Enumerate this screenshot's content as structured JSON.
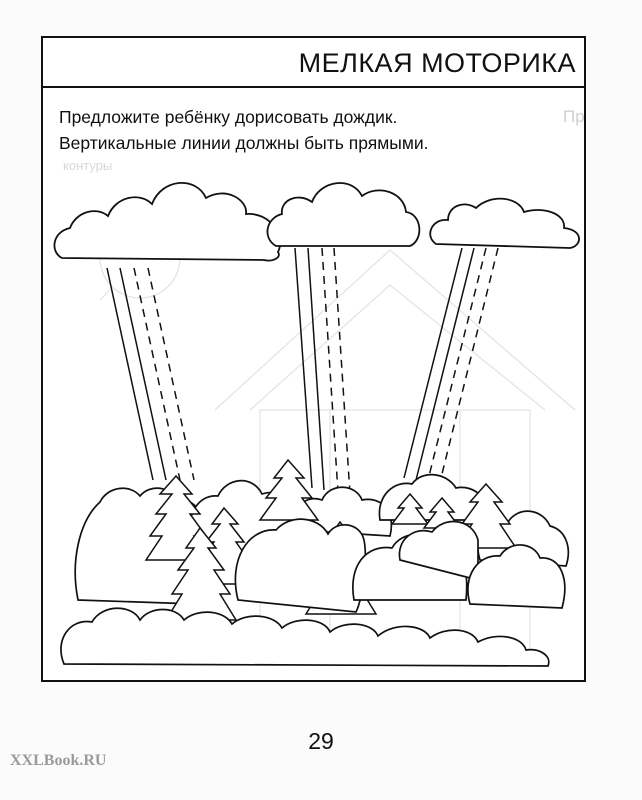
{
  "header": {
    "title": "МЕЛКАЯ МОТОРИКА"
  },
  "instructions": [
    "Предложите ребёнку дорисовать дождик.",
    "Вертикальные линии должны быть прямыми."
  ],
  "bleed_through": {
    "line1": "Предлож",
    "line2": "контуры"
  },
  "illustration": {
    "elements": [
      "cloud-icon",
      "rain-line",
      "tree-icon",
      "bush-icon"
    ]
  },
  "footer": {
    "page_number": "29",
    "watermark": "XXLBook.RU"
  }
}
